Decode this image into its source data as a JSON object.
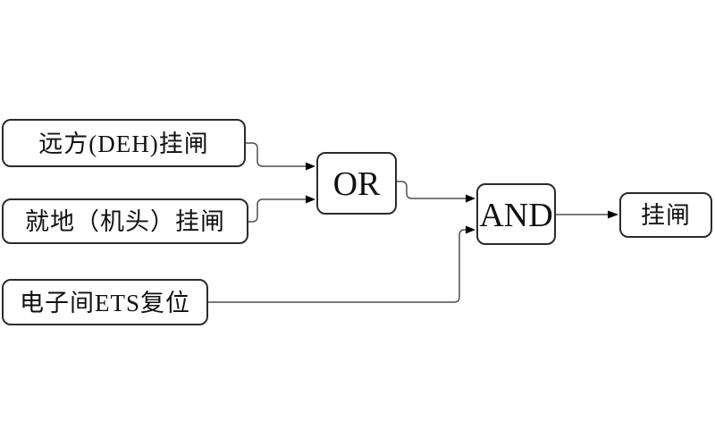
{
  "diagram": {
    "title": "latch-logic-flowchart",
    "background_color": "#ffffff",
    "wire_color": "#4f4f4f",
    "arrow_color": "#000000",
    "node_border_color": "#2b2b2b",
    "nodes": {
      "input1": {
        "label": "远方(DEH)挂闸"
      },
      "input2": {
        "label": "就地（机头）挂闸"
      },
      "input3": {
        "label": "电子间ETS复位"
      },
      "or_gate": {
        "label": "OR"
      },
      "and_gate": {
        "label": "AND"
      },
      "output": {
        "label": "挂闸"
      }
    },
    "edges": [
      {
        "from": "input1",
        "to": "or_gate"
      },
      {
        "from": "input2",
        "to": "or_gate"
      },
      {
        "from": "or_gate",
        "to": "and_gate"
      },
      {
        "from": "input3",
        "to": "and_gate"
      },
      {
        "from": "and_gate",
        "to": "output"
      }
    ]
  }
}
